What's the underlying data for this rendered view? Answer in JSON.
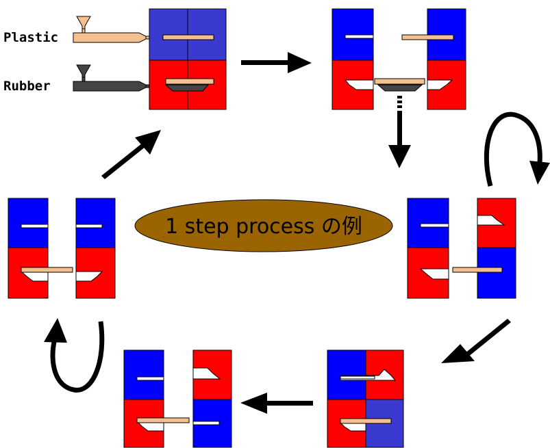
{
  "labels": {
    "plastic": "Plastic",
    "rubber": "Rubber",
    "center": "1 step process の例"
  },
  "colors": {
    "blue": "#0000ff",
    "dark_blue": "#3a3ad0",
    "red": "#ff0000",
    "plastic_fill": "#f5c08f",
    "rubber_fill": "#444444",
    "center_oval": "#9a6400",
    "outline": "#000000"
  }
}
